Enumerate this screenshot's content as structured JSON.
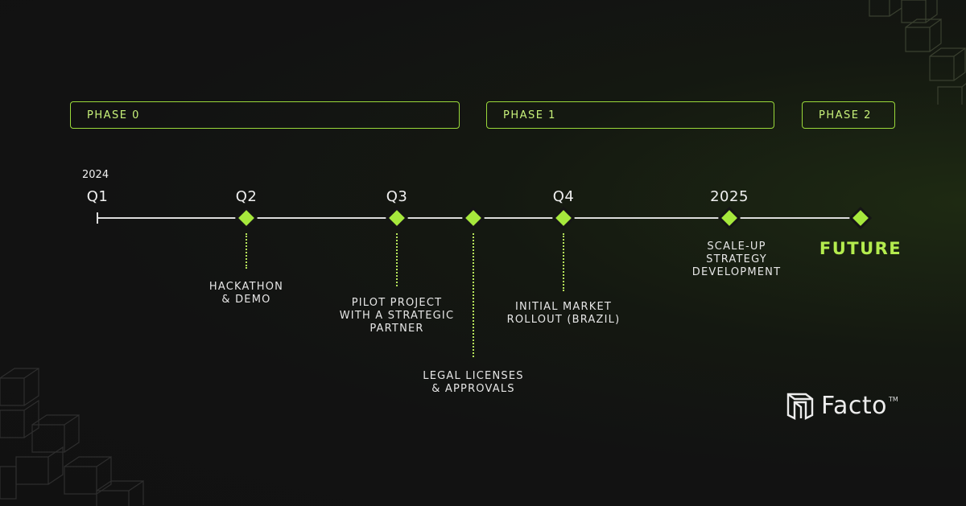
{
  "phases": [
    {
      "label": "PHASE 0"
    },
    {
      "label": "PHASE 1"
    },
    {
      "label": "PHASE 2"
    }
  ],
  "year_label": "2024",
  "timeline": [
    {
      "label": "Q1",
      "description": ""
    },
    {
      "label": "Q2",
      "description": "HACKATHON\n& DEMO"
    },
    {
      "label": "Q3",
      "description": "PILOT PROJECT\nWITH A STRATEGIC\nPARTNER"
    },
    {
      "label": "",
      "description": "LEGAL LICENSES\n& APPROVALS"
    },
    {
      "label": "Q4",
      "description": "INITIAL MARKET\nROLLOUT (BRAZIL)"
    },
    {
      "label": "2025",
      "description": "SCALE-UP\nSTRATEGY\nDEVELOPMENT"
    },
    {
      "label": "",
      "description": "FUTURE"
    }
  ],
  "logo": {
    "name": "Facto",
    "trademark": "TM"
  },
  "colors": {
    "accent": "#a6e83c",
    "phase_text": "#c8f27a",
    "background": "#121212"
  }
}
